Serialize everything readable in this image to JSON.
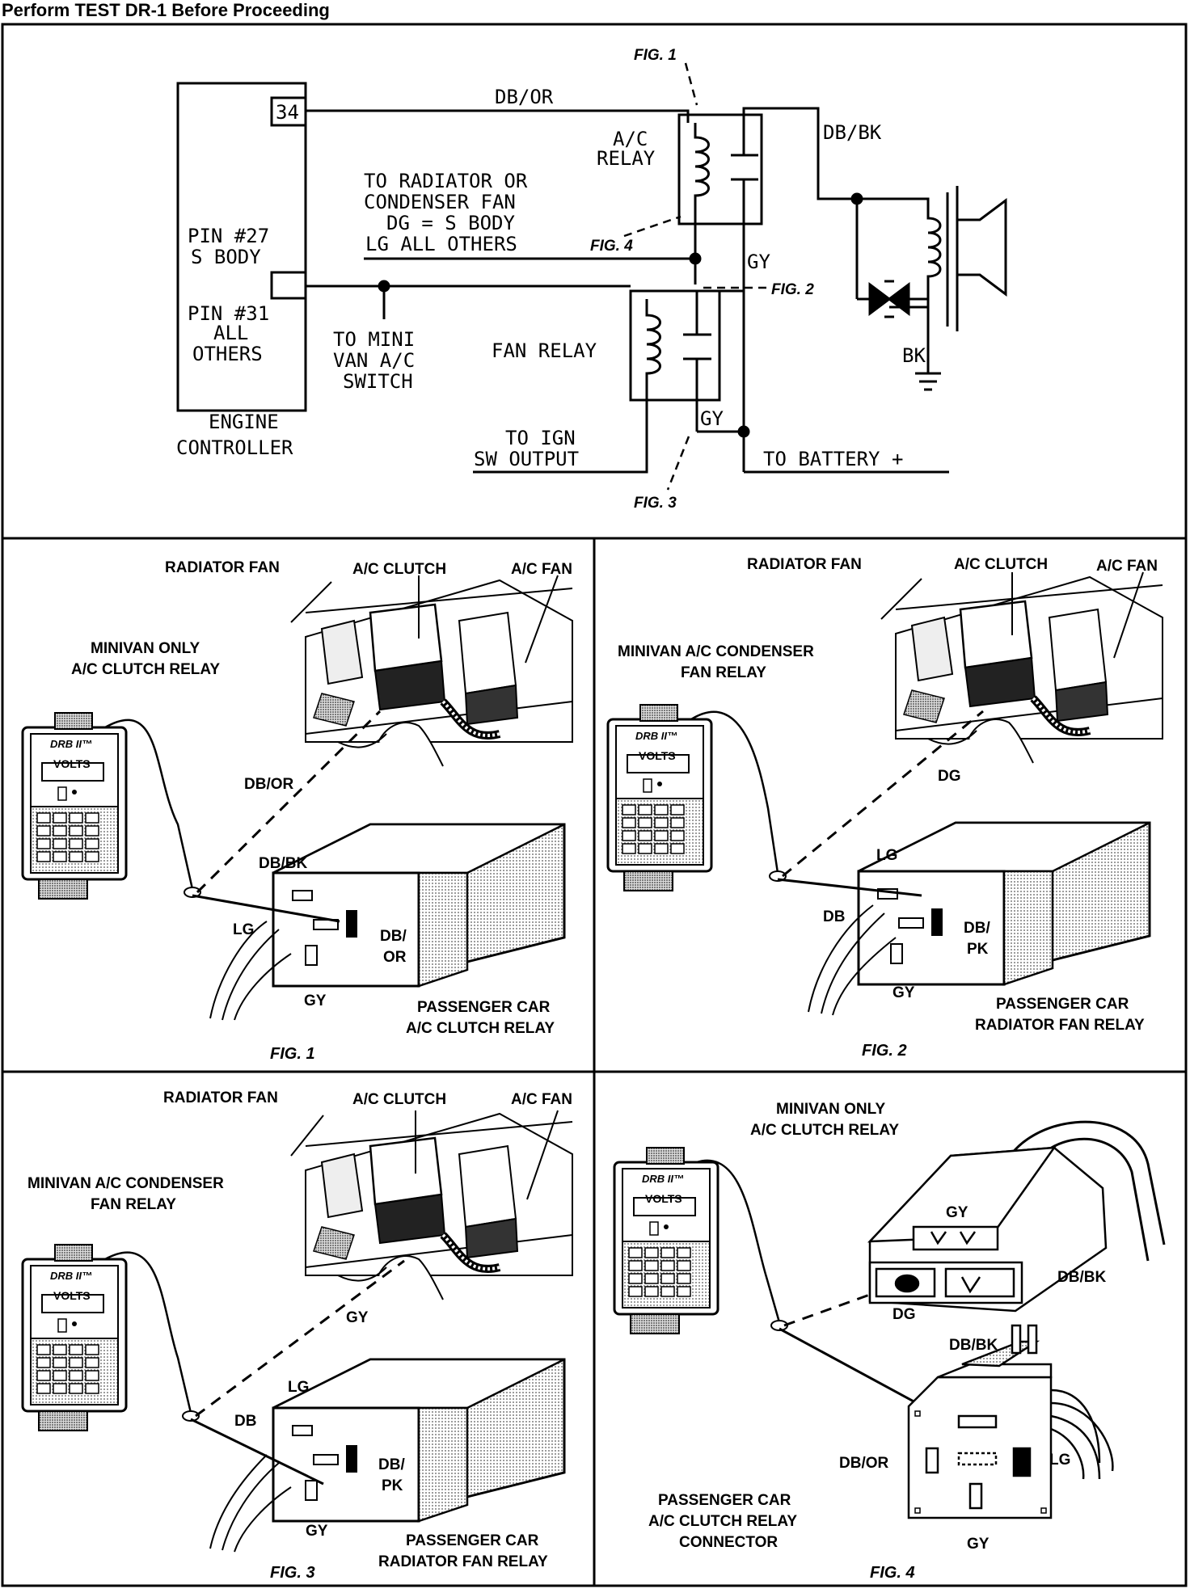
{
  "header": {
    "title": "Perform TEST DR-1 Before Proceeding"
  },
  "schematic": {
    "controller": {
      "pin_box": "34",
      "pin27_line1": "PIN #27",
      "pin27_line2": "S BODY",
      "pin31_line1": "PIN #31",
      "pin31_line2": "ALL",
      "pin31_line3": "OTHERS",
      "label_line1": "ENGINE",
      "label_line2": "CONTROLLER"
    },
    "wire_db_or": "DB/OR",
    "wire_db_bk": "DB/BK",
    "wire_gy_upper": "GY",
    "wire_gy_lower": "GY",
    "wire_bk": "BK",
    "ac_relay_line1": "A/C",
    "ac_relay_line2": "RELAY",
    "fan_relay": "FAN RELAY",
    "to_radiator_line1": "TO RADIATOR OR",
    "to_radiator_line2": "CONDENSER FAN",
    "to_radiator_line3": "DG = S BODY",
    "to_radiator_line4": "LG ALL OTHERS",
    "to_minivan_line1": "TO MINI",
    "to_minivan_line2": "VAN A/C",
    "to_minivan_line3": "SWITCH",
    "to_ign_line1": "TO IGN",
    "to_ign_line2": "SW OUTPUT",
    "to_battery": "TO BATTERY +",
    "fig1": "FIG. 1",
    "fig2": "FIG. 2",
    "fig3": "FIG. 3",
    "fig4": "FIG. 4"
  },
  "meter": {
    "brand": "DRB II™",
    "display": "VOLTS"
  },
  "panels": {
    "p1": {
      "radiator_fan": "RADIATOR FAN",
      "ac_clutch": "A/C CLUTCH",
      "ac_fan": "A/C FAN",
      "note_line1": "MINIVAN ONLY",
      "note_line2": "A/C CLUTCH RELAY",
      "probe_wire": "DB/OR",
      "pin_top": "DB/BK",
      "pin_left": "LG",
      "pin_right_1": "DB/",
      "pin_right_2": "OR",
      "pin_bottom": "GY",
      "caption_line1": "PASSENGER CAR",
      "caption_line2": "A/C CLUTCH RELAY",
      "fig": "FIG. 1"
    },
    "p2": {
      "radiator_fan": "RADIATOR FAN",
      "ac_clutch": "A/C CLUTCH",
      "ac_fan": "A/C FAN",
      "note_line1": "MINIVAN A/C CONDENSER",
      "note_line2": "FAN RELAY",
      "probe_wire": "DG",
      "pin_top": "LG",
      "pin_left": "DB",
      "pin_right_1": "DB/",
      "pin_right_2": "PK",
      "pin_bottom": "GY",
      "caption_line1": "PASSENGER CAR",
      "caption_line2": "RADIATOR FAN RELAY",
      "fig": "FIG. 2"
    },
    "p3": {
      "radiator_fan": "RADIATOR FAN",
      "ac_clutch": "A/C CLUTCH",
      "ac_fan": "A/C FAN",
      "note_line1": "MINIVAN A/C CONDENSER",
      "note_line2": "FAN RELAY",
      "probe_wire": "GY",
      "pin_top": "LG",
      "pin_left": "DB",
      "pin_right_1": "DB/",
      "pin_right_2": "PK",
      "pin_bottom": "GY",
      "caption_line1": "PASSENGER CAR",
      "caption_line2": "RADIATOR FAN RELAY",
      "fig": "FIG. 3"
    },
    "p4": {
      "note_line1": "MINIVAN ONLY",
      "note_line2": "A/C CLUTCH RELAY",
      "conn_gy": "GY",
      "conn_dbbk": "DB/BK",
      "conn_dg": "DG",
      "sq_top": "DB/BK",
      "sq_left": "DB/OR",
      "sq_right": "LG",
      "sq_bottom": "GY",
      "caption_line1": "PASSENGER CAR",
      "caption_line2": "A/C CLUTCH RELAY",
      "caption_line3": "CONNECTOR",
      "fig": "FIG. 4"
    }
  }
}
